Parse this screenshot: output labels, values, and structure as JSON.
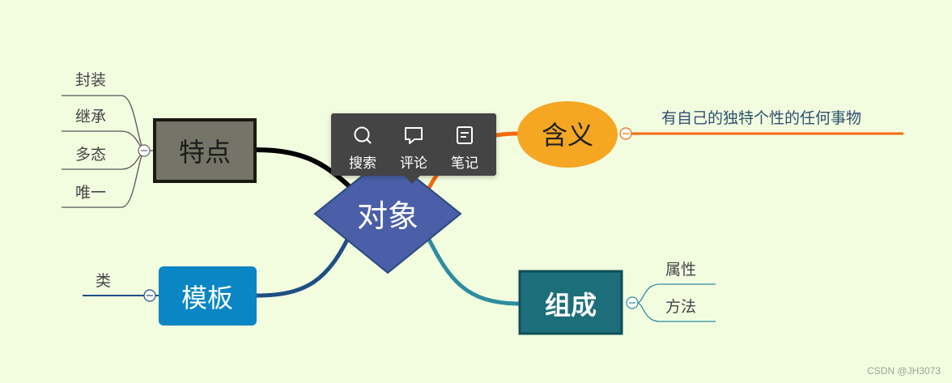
{
  "colors": {
    "background": "#f2fde0",
    "center": "#4a5fa8",
    "features": "#747468",
    "meaning": "#f5a623",
    "template": "#0a86c4",
    "composition": "#1b6e7a",
    "orange_branch": "#f26a10"
  },
  "center": {
    "label": "对象"
  },
  "features": {
    "label": "特点",
    "children": [
      "封装",
      "继承",
      "多态",
      "唯一"
    ]
  },
  "meaning": {
    "label": "含义",
    "description": "有自己的独特个性的任何事物"
  },
  "template": {
    "label": "模板",
    "children": [
      "类"
    ]
  },
  "composition": {
    "label": "组成",
    "children": [
      "属性",
      "方法"
    ]
  },
  "toolbar": {
    "search": {
      "label": "搜索",
      "icon": "search-icon"
    },
    "comment": {
      "label": "评论",
      "icon": "comment-icon"
    },
    "note": {
      "label": "笔记",
      "icon": "note-icon"
    }
  },
  "watermark": "CSDN @JH3073"
}
